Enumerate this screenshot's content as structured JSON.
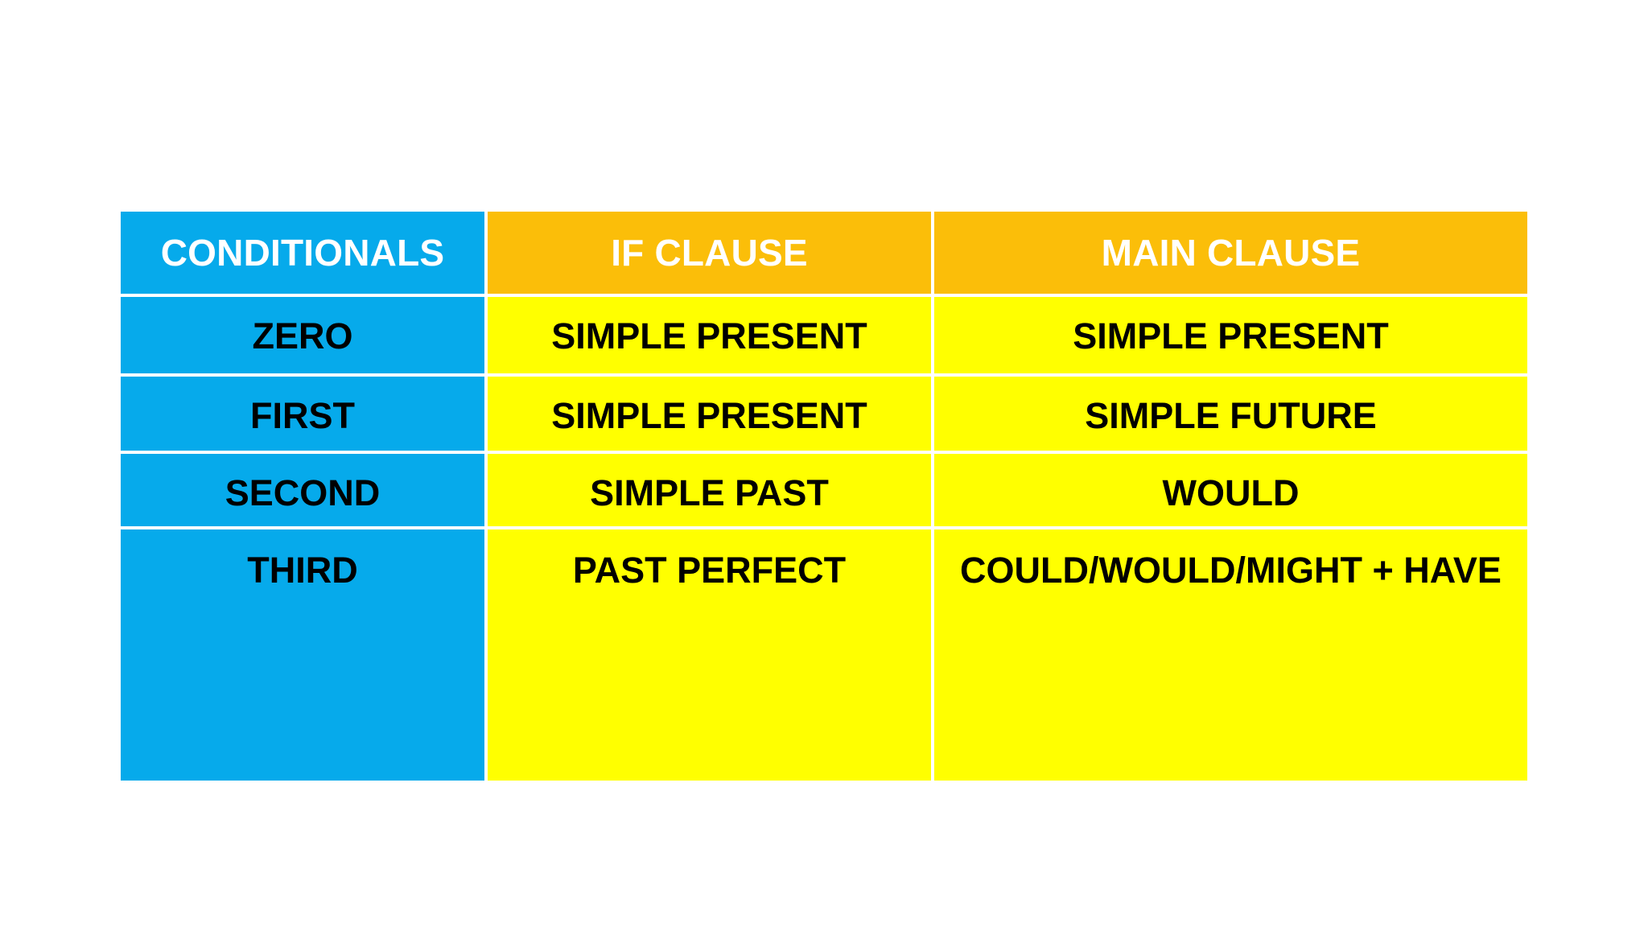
{
  "page": {
    "background_color": "#ffffff",
    "title": "Conditionals table"
  },
  "theme": {
    "blue": "#06AAEB",
    "orange": "#FBBE09",
    "yellow": "#FFFF00",
    "header_text_color": "#FFFFFF",
    "body_text_color": "#000000",
    "gridline_color": "#FFFFFF"
  },
  "table": {
    "headers": [
      {
        "label": "CONDITIONALS",
        "bg": "#06AAEB"
      },
      {
        "label": "IF CLAUSE",
        "bg": "#FBBE09"
      },
      {
        "label": "MAIN CLAUSE",
        "bg": "#FBBE09"
      }
    ],
    "rows": [
      {
        "conditional": "ZERO",
        "if_clause": "SIMPLE PRESENT",
        "main_clause": "SIMPLE PRESENT"
      },
      {
        "conditional": "FIRST",
        "if_clause": "SIMPLE PRESENT",
        "main_clause": "SIMPLE FUTURE"
      },
      {
        "conditional": "SECOND",
        "if_clause": "SIMPLE PAST",
        "main_clause": "WOULD"
      },
      {
        "conditional": "THIRD",
        "if_clause": "PAST PERFECT",
        "main_clause": "COULD/WOULD/MIGHT + HAVE"
      }
    ]
  }
}
